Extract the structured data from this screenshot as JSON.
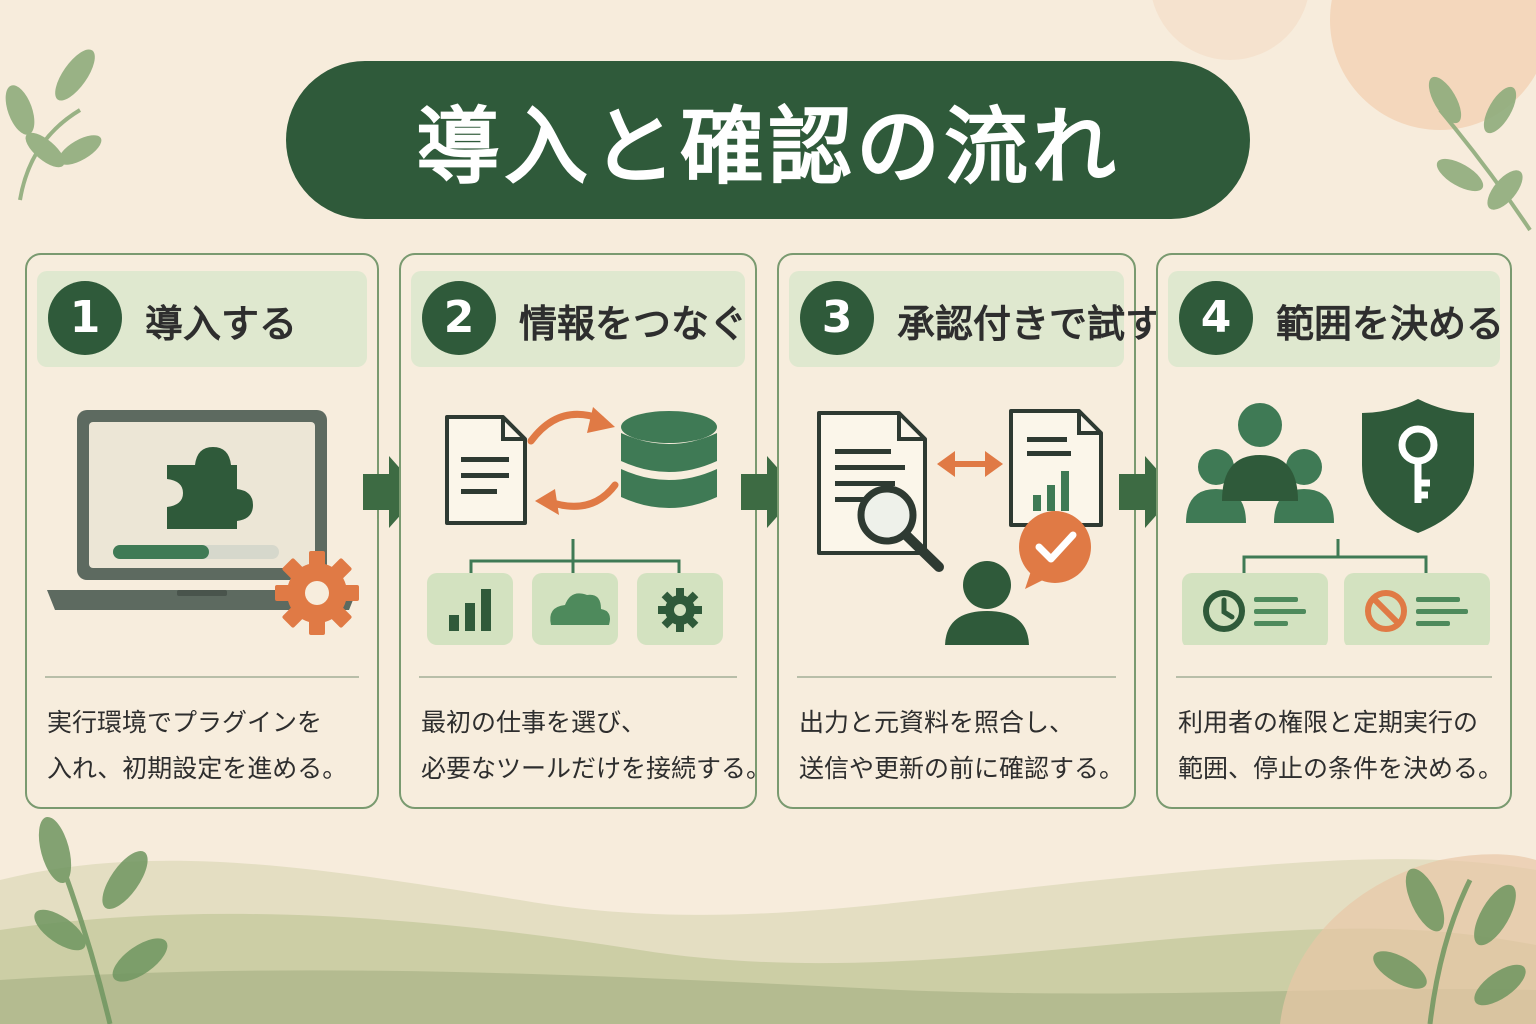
{
  "title": "導入と確認の流れ",
  "colors": {
    "dark_green": "#2f5a3a",
    "mid_green": "#3f7a55",
    "light_green": "#dfe8cf",
    "orange": "#e07a45",
    "cream": "#f7ecdc"
  },
  "steps": [
    {
      "number": "1",
      "title": "導入する",
      "icons": [
        "laptop-icon",
        "puzzle-icon",
        "progress-bar-icon",
        "gear-icon"
      ],
      "lines": [
        "実行環境でプラグインを",
        "入れ、初期設定を進める。"
      ]
    },
    {
      "number": "2",
      "title": "情報をつなぐ",
      "icons": [
        "document-icon",
        "sync-arrows-icon",
        "database-icon",
        "bar-chart-icon",
        "cloud-icon",
        "gear-icon"
      ],
      "lines": [
        "最初の仕事を選び、",
        "必要なツールだけを接続する。"
      ]
    },
    {
      "number": "3",
      "title": "承認付きで試す",
      "icons": [
        "document-icon",
        "magnifier-icon",
        "double-arrow-icon",
        "report-icon",
        "person-icon",
        "check-bubble-icon"
      ],
      "lines": [
        "出力と元資料を照合し、",
        "送信や更新の前に確認する。"
      ]
    },
    {
      "number": "4",
      "title": "範囲を決める",
      "icons": [
        "users-icon",
        "shield-key-icon",
        "clock-icon",
        "block-icon"
      ],
      "lines": [
        "利用者の権限と定期実行の",
        "範囲、停止の条件を決める。"
      ]
    }
  ]
}
